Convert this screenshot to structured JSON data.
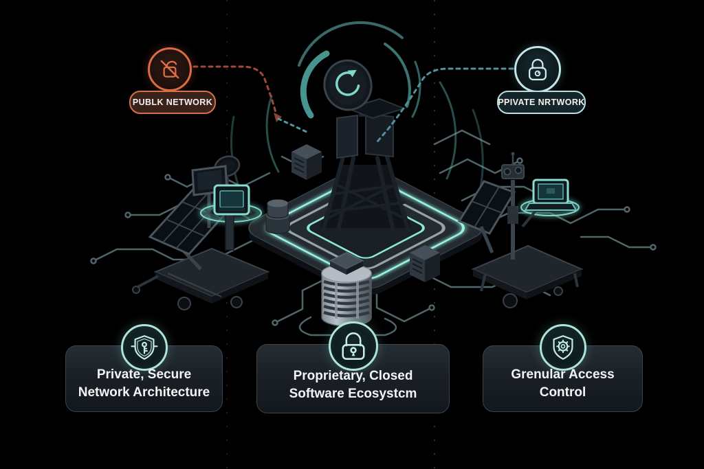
{
  "colors": {
    "background": "#000000",
    "public_accent": "#dd6c44",
    "public_line": "#a14a38",
    "private_accent": "#c2e6ea",
    "private_line": "#51929f",
    "platform_glow": "#8ce8d9",
    "circuit_line": "#9fccd5",
    "card_background": "#1c2329",
    "card_icon_accent": "#b0e4db",
    "text": "#f2f5f6"
  },
  "nodes": {
    "public": {
      "label": "PUBLK NETWORK",
      "icon": "no-unlocked-padlock-icon"
    },
    "private": {
      "label": "PPIVATE NRTWORK",
      "icon": "locked-padlock-icon"
    }
  },
  "cards": [
    {
      "icon": "shield-key-icon",
      "line1": "Private, Secure",
      "line2": "Network Architecture"
    },
    {
      "icon": "padlock-keyhole-icon",
      "line1": "Proprietary, Closed",
      "line2": "Software Ecosystcm"
    },
    {
      "icon": "shield-gear-icon",
      "line1": "Grenular Access",
      "line2": "Control"
    }
  ],
  "illustration": {
    "elements": [
      "satellite-dish-tower",
      "glowing-platform",
      "radio-wave-arcs",
      "solar-trailer-left",
      "solar-trailer-right",
      "database-cylinder",
      "server-boxes",
      "circuit-traces",
      "public-dashed-connector",
      "private-dashed-connector"
    ]
  }
}
